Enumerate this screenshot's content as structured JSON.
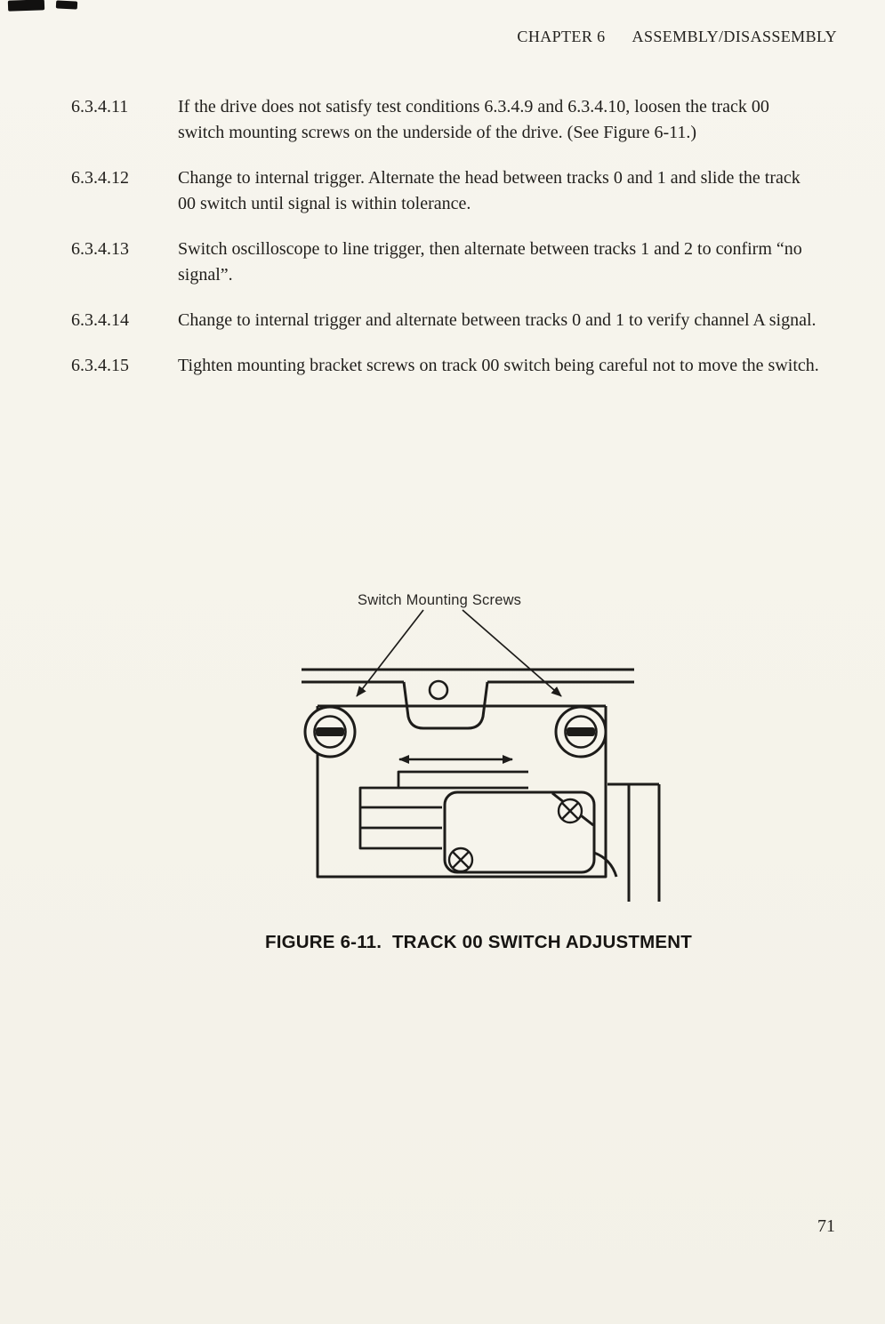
{
  "colors": {
    "paper": "#f6f4ec",
    "ink": "#1d1c1a"
  },
  "header": {
    "chapter": "CHAPTER 6",
    "title": "ASSEMBLY/DISASSEMBLY"
  },
  "steps": [
    {
      "number": "6.3.4.11",
      "text": "If the drive does not satisfy test conditions 6.3.4.9 and 6.3.4.10, loosen the track 00 switch mounting screws on the underside of the drive. (See Figure 6-11.)"
    },
    {
      "number": "6.3.4.12",
      "text": "Change to internal trigger. Alternate the head between tracks 0 and 1 and slide the track 00 switch until signal is within tolerance."
    },
    {
      "number": "6.3.4.13",
      "text": "Switch oscilloscope to line trigger, then alternate between tracks 1 and 2 to confirm “no signal”."
    },
    {
      "number": "6.3.4.14",
      "text": "Change to internal trigger and alternate between tracks 0 and 1 to verify channel A signal."
    },
    {
      "number": "6.3.4.15",
      "text": "Tighten mounting bracket screws on track 00 switch being careful not to move the switch."
    }
  ],
  "figure": {
    "annotation": "Switch Mounting Screws",
    "caption": "FIGURE 6-11.  TRACK 00 SWITCH ADJUSTMENT"
  },
  "page_number": "71"
}
